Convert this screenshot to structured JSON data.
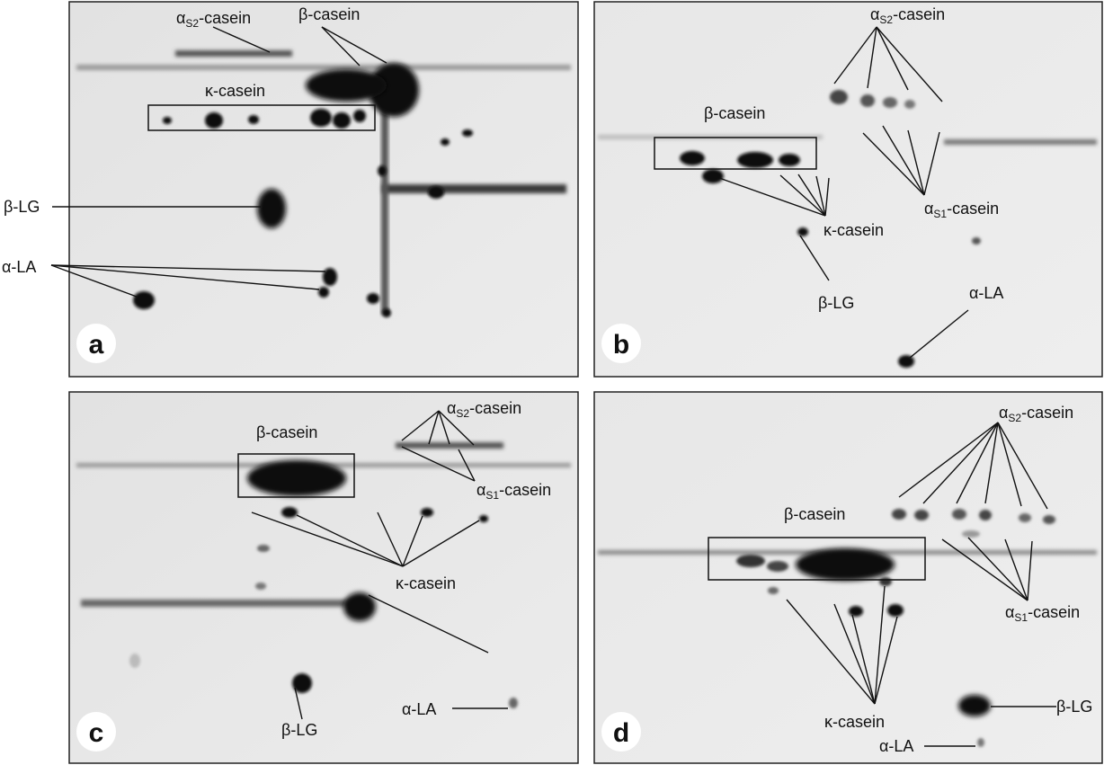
{
  "colors": {
    "gel_bg": "#e6e6e6",
    "gel_bg_light": "#efefef",
    "spot": "#111111",
    "text": "#111111"
  },
  "panels": [
    {
      "badge": "a",
      "labels": {
        "as2_casein": {
          "sym": "α",
          "sub": "S2",
          "rest": "-casein"
        },
        "beta_casein": "β-casein",
        "kappa_casein": "κ-casein",
        "beta_lg": "β-LG",
        "alpha_la": "α-LA"
      }
    },
    {
      "badge": "b",
      "labels": {
        "as2_casein": {
          "sym": "α",
          "sub": "S2",
          "rest": "-casein"
        },
        "beta_casein": "β-casein",
        "as1_casein": {
          "sym": "α",
          "sub": "S1",
          "rest": "-casein"
        },
        "kappa_casein": "κ-casein",
        "beta_lg": "β-LG",
        "alpha_la": "α-LA"
      }
    },
    {
      "badge": "c",
      "labels": {
        "as2_casein": {
          "sym": "α",
          "sub": "S2",
          "rest": "-casein"
        },
        "beta_casein": "β-casein",
        "as1_casein": {
          "sym": "α",
          "sub": "S1",
          "rest": "-casein"
        },
        "kappa_casein": "κ-casein",
        "beta_lg": "β-LG",
        "alpha_la": "α-LA"
      }
    },
    {
      "badge": "d",
      "labels": {
        "as2_casein": {
          "sym": "α",
          "sub": "S2",
          "rest": "-casein"
        },
        "beta_casein": "β-casein",
        "as1_casein": {
          "sym": "α",
          "sub": "S1",
          "rest": "-casein"
        },
        "kappa_casein": "κ-casein",
        "beta_lg": "β-LG",
        "alpha_la": "α-LA"
      }
    }
  ]
}
